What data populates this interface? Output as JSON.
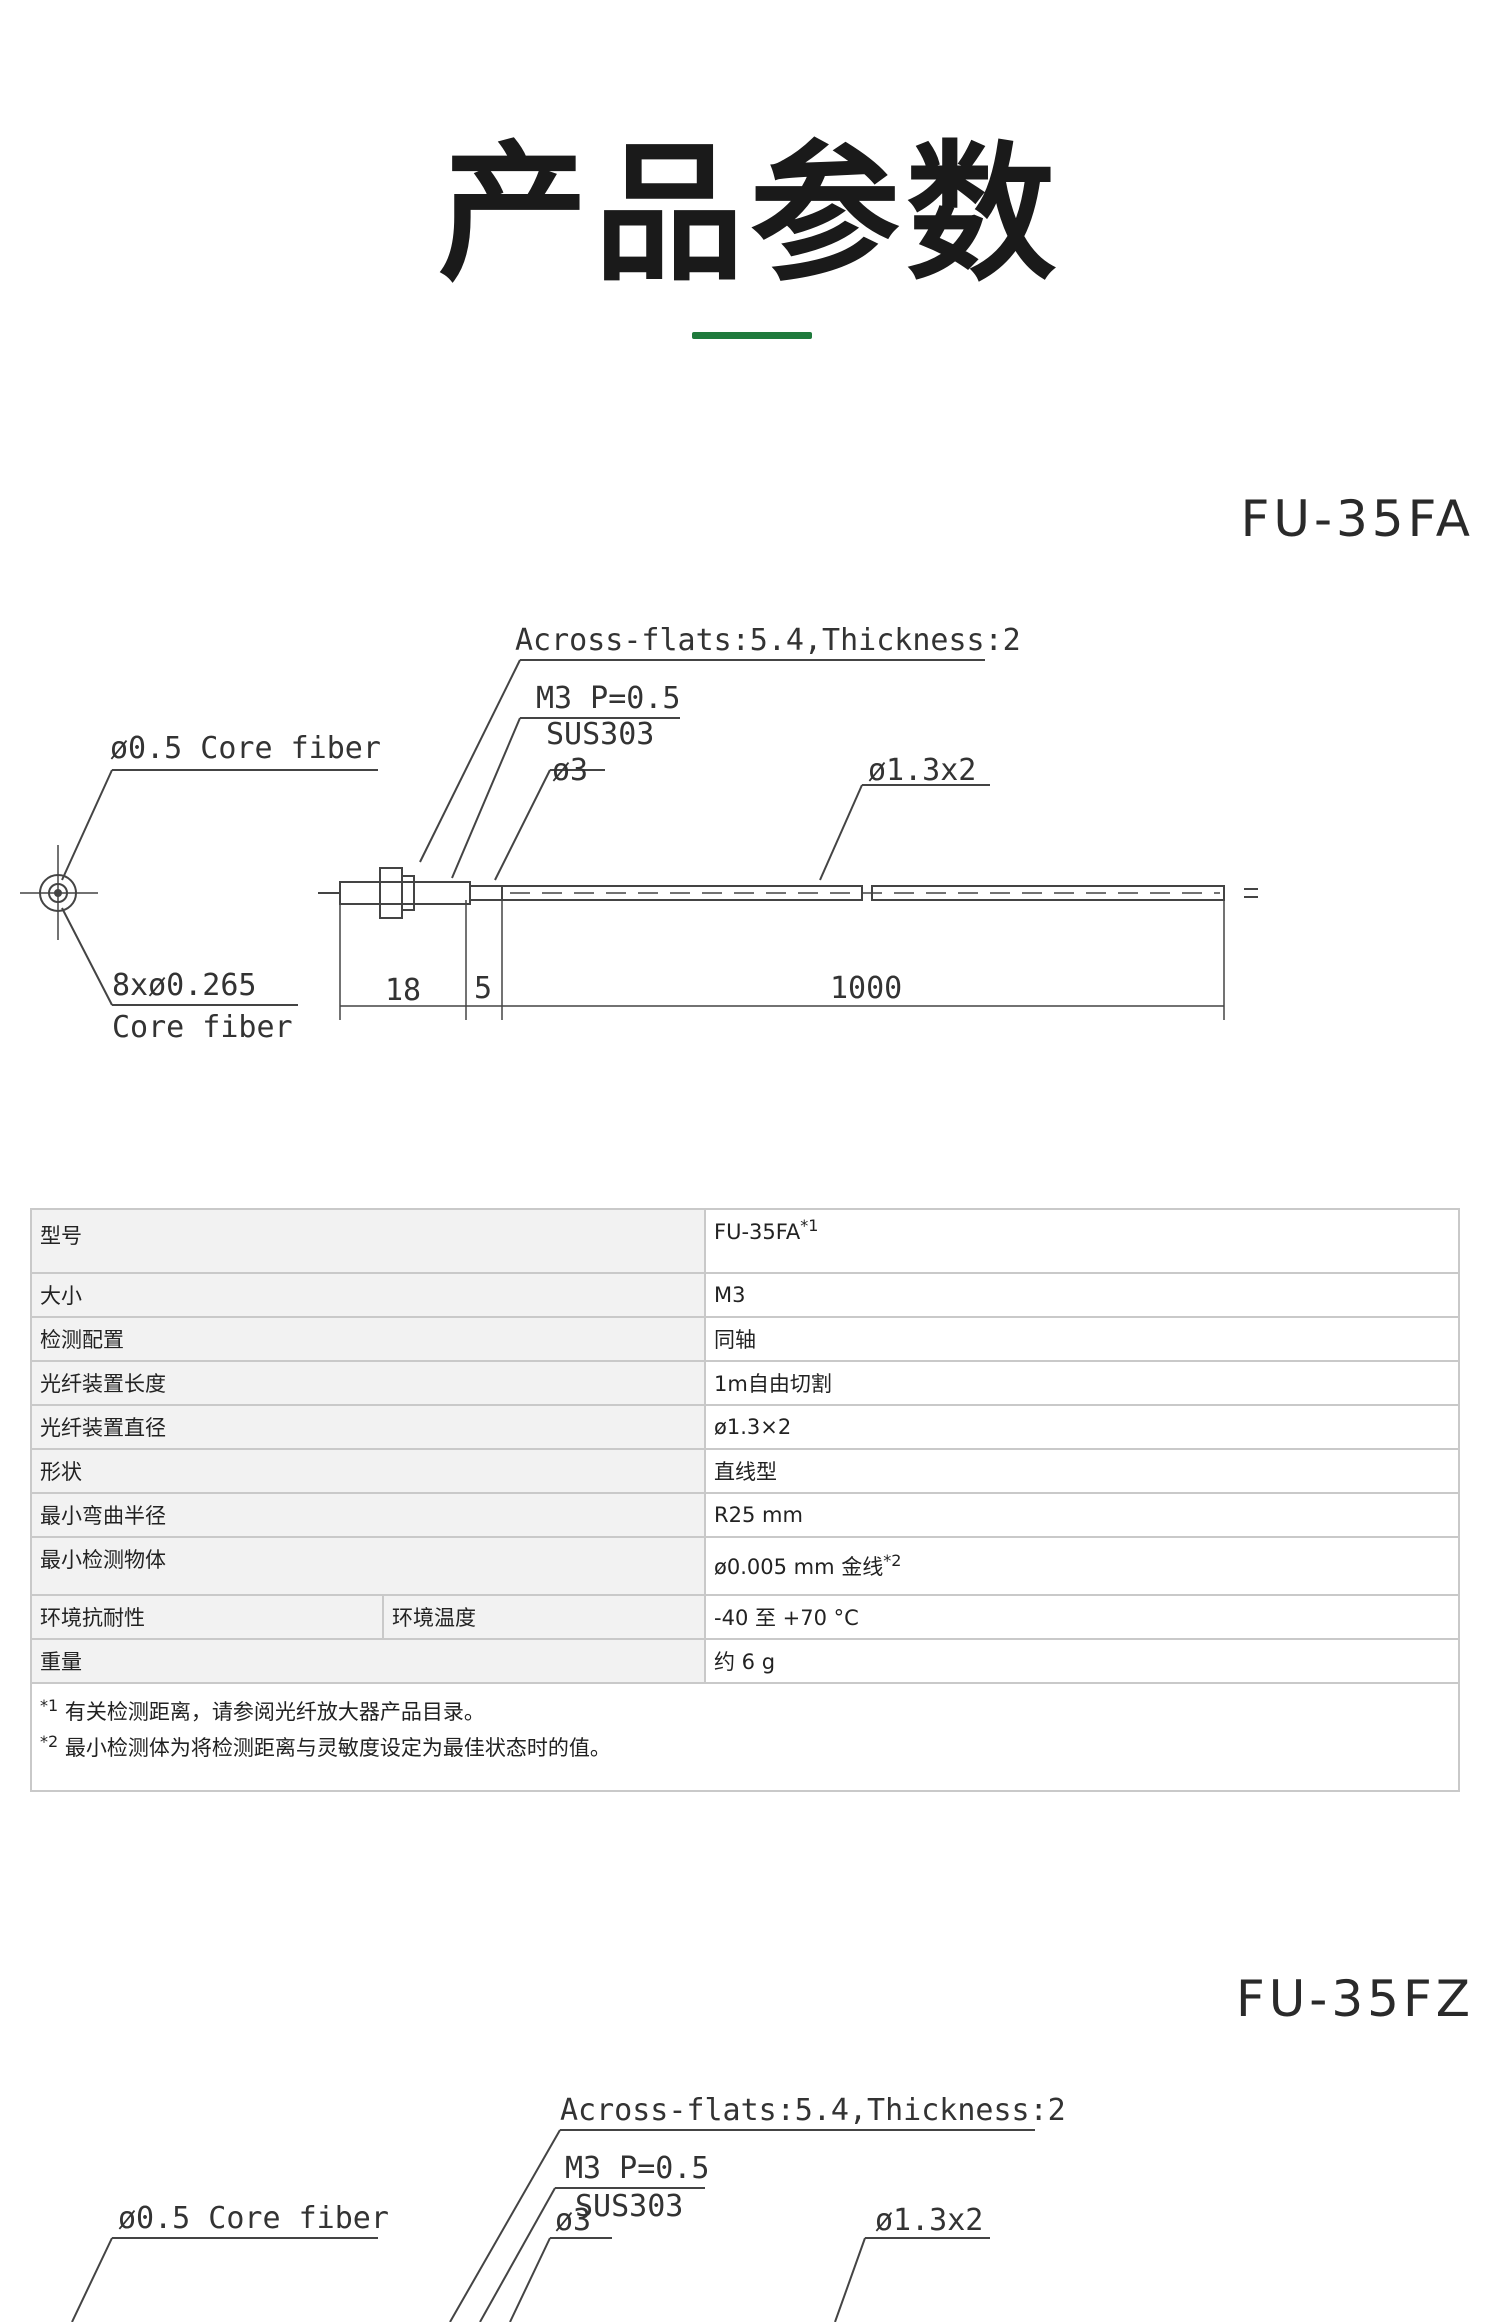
{
  "page": {
    "title": "产品参数"
  },
  "products": [
    {
      "model": "FU-35FA",
      "drawing": {
        "across_flats": "Across-flats:5.4,Thickness:2",
        "thread": "M3  P=0.5",
        "material": "SUS303",
        "diameter": "ø3",
        "cable": "ø1.3x2",
        "core_top": "ø0.5  Core  fiber",
        "core_bottom_1": "8xø0.265",
        "core_bottom_2": "Core  fiber",
        "dim_a": "18",
        "dim_b": "5",
        "dim_c": "1000"
      }
    },
    {
      "model": "FU-35FZ",
      "drawing": {
        "across_flats": "Across-flats:5.4,Thickness:2",
        "thread": "M3  P=0.5",
        "material": "SUS303",
        "diameter": "ø3",
        "cable": "ø1.3x2",
        "core_top": "ø0.5  Core  fiber"
      }
    }
  ],
  "spec_table": {
    "rows": [
      {
        "label": "型号",
        "value": "FU-35FA",
        "sup": "*1"
      },
      {
        "label": "大小",
        "value": "M3"
      },
      {
        "label": "检测配置",
        "value": "同轴"
      },
      {
        "label": "光纤装置长度",
        "value": "1m自由切割"
      },
      {
        "label": "光纤装置直径",
        "value": "ø1.3×2"
      },
      {
        "label": "形状",
        "value": "直线型"
      },
      {
        "label": "最小弯曲半径",
        "value": "R25 mm"
      },
      {
        "label": "最小检测物体",
        "value": "ø0.005 mm 金线",
        "sup": "*2"
      },
      {
        "label": "环境抗耐性",
        "sublabel": "环境温度",
        "value": "-40 至 +70 °C"
      },
      {
        "label": "重量",
        "value": "约 6 g"
      }
    ],
    "notes": [
      {
        "mark": "*1",
        "text": " 有关检测距离，请参阅光纤放大器产品目录。"
      },
      {
        "mark": "*2",
        "text": " 最小检测体为将检测距离与灵敏度设定为最佳状态时的值。"
      }
    ]
  },
  "colors": {
    "accent": "#1f7a3c",
    "table_border": "#c9c9c9",
    "label_bg": "#f2f2f2"
  }
}
